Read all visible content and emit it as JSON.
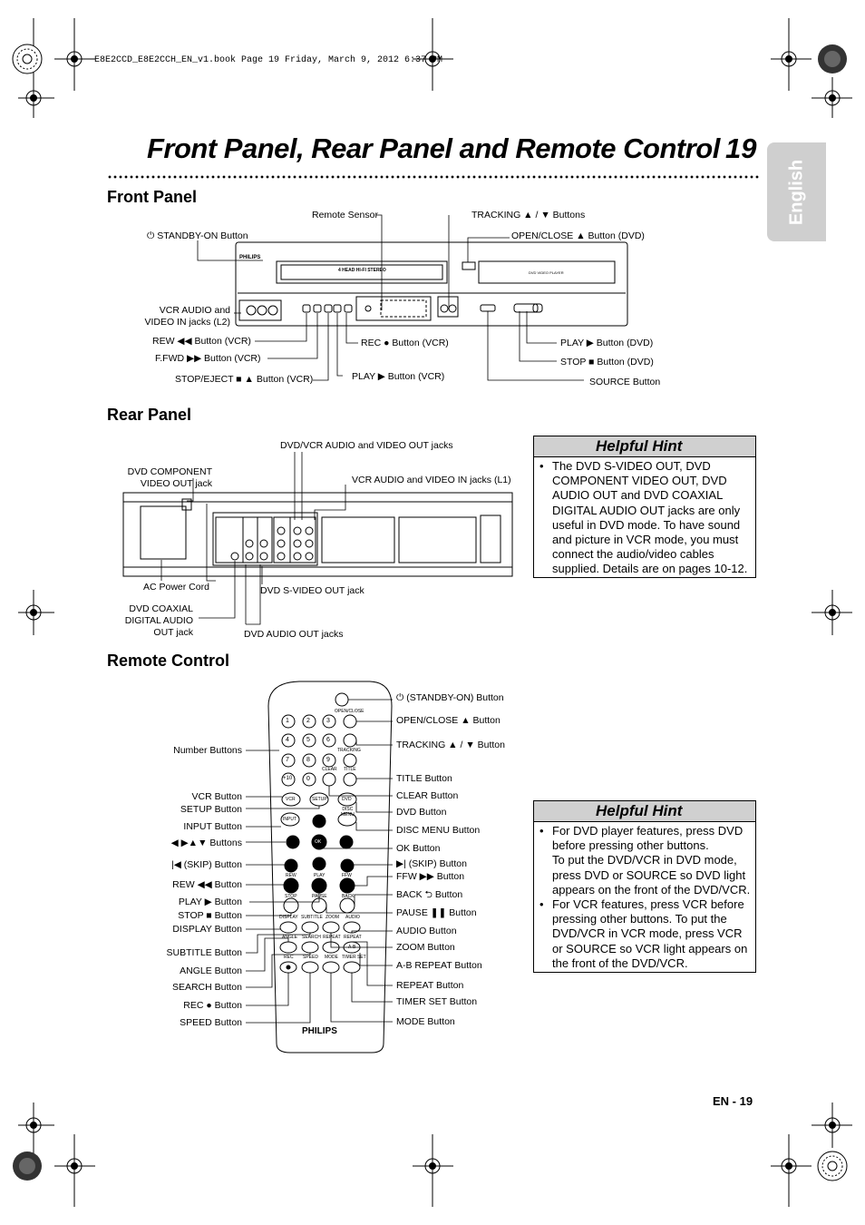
{
  "header": {
    "book_line": "E8E2CCD_E8E2CCH_EN_v1.book  Page 19  Friday, March 9, 2012  6:37 PM",
    "title": "Front Panel, Rear Panel and Remote Control",
    "page_number": "19",
    "language_tab": "English"
  },
  "front_panel": {
    "heading": "Front Panel",
    "labels": {
      "standby": "STANDBY-ON Button",
      "remote_sensor": "Remote Sensor",
      "tracking": "TRACKING ▲ / ▼ Buttons",
      "open_close_dvd": "OPEN/CLOSE ▲ Button (DVD)",
      "vcr_audio_video_l2": "VCR AUDIO and\nVIDEO IN jacks (L2)",
      "rew": "REW ◀◀ Button (VCR)",
      "ffwd": "F.FWD ▶▶ Button (VCR)",
      "stop_eject": "STOP/EJECT ■ ▲ Button (VCR)",
      "rec": "REC ● Button (VCR)",
      "play_vcr": "PLAY ▶ Button (VCR)",
      "play_dvd": "PLAY ▶ Button (DVD)",
      "stop_dvd": "STOP ■ Button (DVD)",
      "source": "SOURCE Button"
    },
    "device": {
      "brand": "PHILIPS",
      "vcr_badge": "4 HEAD HI-FI STEREO",
      "dvd_badge": "DVD VIDEO PLAYER"
    }
  },
  "rear_panel": {
    "heading": "Rear Panel",
    "labels": {
      "dvd_vcr_out": "DVD/VCR AUDIO and VIDEO OUT jacks",
      "component_out": "DVD COMPONENT\nVIDEO OUT jack",
      "vcr_in_l1": "VCR AUDIO and VIDEO IN jacks (L1)",
      "ac_cord": "AC Power Cord",
      "svideo_out": "DVD S-VIDEO OUT jack",
      "coaxial_out": "DVD COAXIAL\nDIGITAL AUDIO\nOUT jack",
      "audio_out": "DVD AUDIO OUT jacks"
    }
  },
  "remote_control": {
    "heading": "Remote Control",
    "brand": "PHILIPS",
    "left_labels": {
      "number": "Number Buttons",
      "vcr": "VCR Button",
      "setup": "SETUP Button",
      "input": "INPUT Button",
      "arrows": "◀ ▶▲▼ Buttons",
      "skip_back": "(SKIP) Button",
      "rew": "REW ◀◀ Button",
      "play": "PLAY ▶ Button",
      "stop": "STOP ■ Button",
      "display": "DISPLAY Button",
      "subtitle": "SUBTITLE Button",
      "angle": "ANGLE Button",
      "search": "SEARCH Button",
      "rec": "REC ● Button",
      "speed": "SPEED Button"
    },
    "right_labels": {
      "standby": "(STANDBY-ON) Button",
      "open_close": "OPEN/CLOSE ▲ Button",
      "tracking": "TRACKING ▲ / ▼ Button",
      "title": "TITLE Button",
      "clear": "CLEAR Button",
      "dvd": "DVD Button",
      "disc_menu": "DISC MENU Button",
      "ok": "OK Button",
      "skip_fwd": "(SKIP) Button",
      "ffw": "FFW ▶▶ Button",
      "back": "BACK ⮌ Button",
      "pause": "PAUSE ❚❚ Button",
      "audio": "AUDIO Button",
      "zoom": "ZOOM Button",
      "ab_repeat": "A-B REPEAT Button",
      "repeat": "REPEAT Button",
      "timer_set": "TIMER SET Button",
      "mode": "MODE Button"
    },
    "keys": {
      "open_close": "OPEN/CLOSE",
      "tracking": "TRACKING",
      "clear": "CLEAR",
      "title": "TITLE",
      "vcr": "VCR",
      "setup": "SETUP",
      "dvd": "DVD",
      "disc_menu": "DISC\nMENU",
      "input": "INPUT",
      "ok": "OK",
      "rew": "REW",
      "play": "PLAY",
      "ffw": "FFW",
      "stop": "STOP",
      "pause": "PAUSE",
      "back": "BACK",
      "display": "DISPLAY",
      "subtitle": "SUBTITLE",
      "zoom": "ZOOM",
      "audio": "AUDIO",
      "angle": "ANGLE",
      "search": "SEARCH",
      "repeat": "REPEAT",
      "repeat2": "REPEAT",
      "rec": "REC",
      "speed": "SPEED",
      "mode": "MODE",
      "timer_set": "TIMER SET",
      "ab": "A-B",
      "digits": [
        "1",
        "2",
        "3",
        "4",
        "5",
        "6",
        "7",
        "8",
        "9",
        "+10",
        "0"
      ]
    }
  },
  "hint1": {
    "heading": "Helpful Hint",
    "items": [
      "The DVD S-VIDEO OUT, DVD COMPONENT VIDEO OUT, DVD AUDIO OUT and DVD COAXIAL DIGITAL AUDIO OUT jacks are only useful in DVD mode. To have sound and picture in VCR mode, you must connect the audio/video cables supplied. Details are on pages 10-12."
    ]
  },
  "hint2": {
    "heading": "Helpful Hint",
    "item1_a": "For DVD player features, press DVD before pressing other buttons.",
    "item1_b": "To put the DVD/VCR in DVD mode, press DVD or SOURCE so DVD light appears on the front of the DVD/VCR.",
    "item2": "For VCR features, press VCR before pressing other buttons. To put the DVD/VCR in VCR mode, press VCR or SOURCE so VCR light appears on the front of the DVD/VCR."
  },
  "footer": {
    "page_label": "EN - 19"
  }
}
